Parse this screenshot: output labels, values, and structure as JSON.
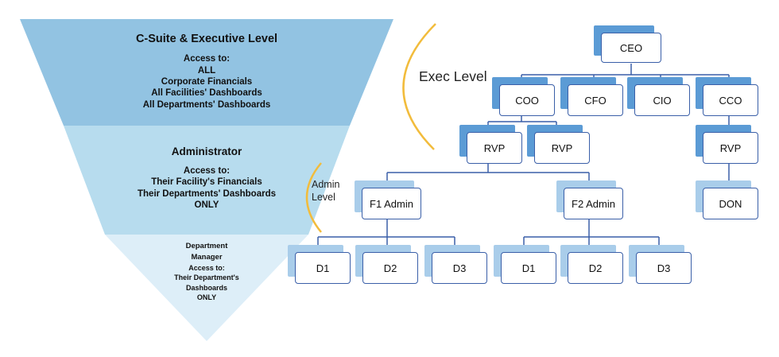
{
  "pyramid": {
    "tiers": [
      {
        "title": "C-Suite & Executive Level",
        "lines": [
          "Access to:",
          "ALL",
          "Corporate Financials",
          "All Facilities' Dashboards",
          "All Departments' Dashboards"
        ],
        "color": "#92c3e2"
      },
      {
        "title": "Administrator",
        "lines": [
          "Access to:",
          "Their Facility's Financials",
          "Their Departments' Dashboards",
          "ONLY"
        ],
        "color": "#b7dcee"
      },
      {
        "title_lines": [
          "Department",
          "Manager"
        ],
        "lines": [
          "Access to:",
          "Their Department's",
          "Dashboards",
          "ONLY"
        ],
        "color": "#ddeef8"
      }
    ]
  },
  "labels": {
    "exec": "Exec Level",
    "admin": [
      "Admin",
      "Level"
    ]
  },
  "org": {
    "ceo": "CEO",
    "c_level": [
      "COO",
      "CFO",
      "CIO",
      "CCO"
    ],
    "rvps": [
      "RVP",
      "RVP",
      "RVP"
    ],
    "admins": [
      "F1 Admin",
      "F2 Admin"
    ],
    "don": "DON",
    "depts_f1": [
      "D1",
      "D2",
      "D3"
    ],
    "depts_f2": [
      "D1",
      "D2",
      "D3"
    ]
  },
  "colors": {
    "node_shadow_dark": "#5b9bd5",
    "node_shadow_light": "#a9cdea",
    "node_border": "#3a5fa8",
    "connector": "#3a5fa8",
    "bracket": "#f2bc3c"
  }
}
